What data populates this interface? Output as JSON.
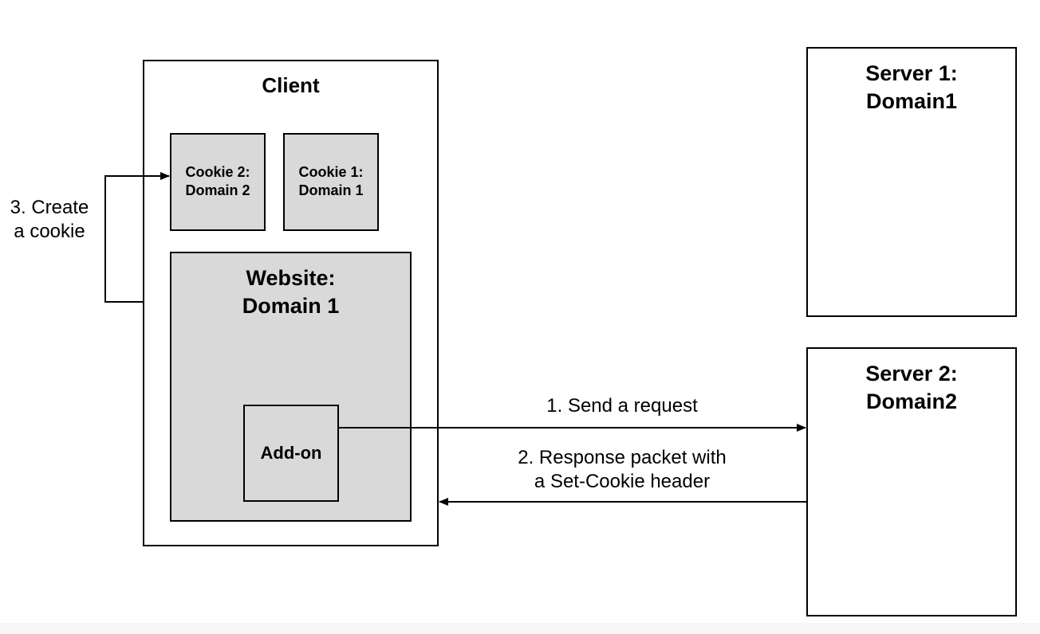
{
  "client": {
    "title": "Client",
    "cookie2": "Cookie 2:\nDomain 2",
    "cookie1": "Cookie 1:\nDomain 1",
    "website": "Website:\nDomain 1",
    "addon": "Add-on"
  },
  "server1": {
    "title": "Server 1:\nDomain1"
  },
  "server2": {
    "title": "Server 2:\nDomain2"
  },
  "steps": {
    "step1": "1. Send a request",
    "step2": "2. Response packet with\na Set-Cookie header",
    "step3": "3. Create\na cookie"
  },
  "colors": {
    "box_fill": "#d9d9d9",
    "stroke": "#000000",
    "background": "#ffffff"
  }
}
